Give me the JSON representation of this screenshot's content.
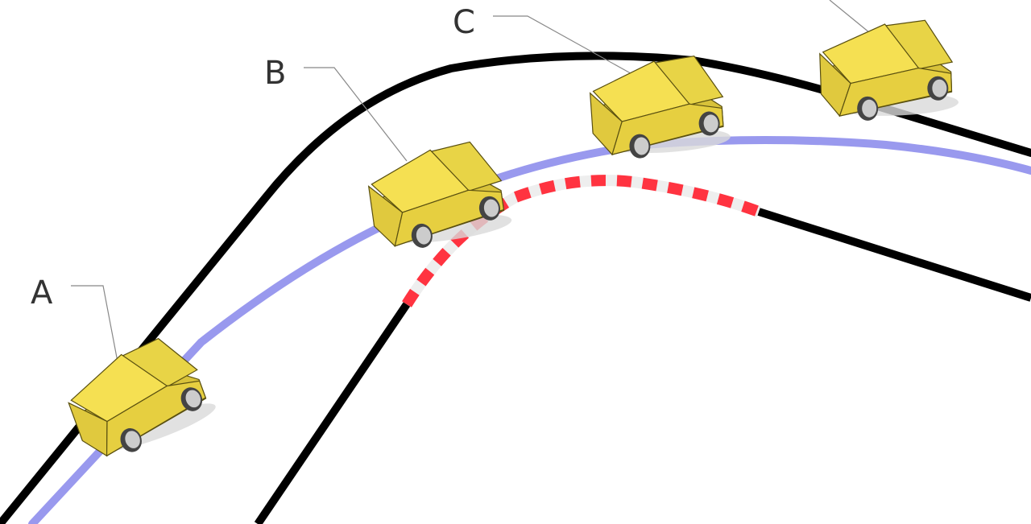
{
  "labels": {
    "a": "A",
    "b": "B",
    "c": "C"
  },
  "colors": {
    "road_edge": "#000000",
    "path_line": "#9999ee",
    "curb_red": "#ff3340",
    "curb_white": "#eeeeee",
    "car_body": "#f2dc4a",
    "car_shadow": "#cccccc",
    "leader_line": "#888888"
  }
}
